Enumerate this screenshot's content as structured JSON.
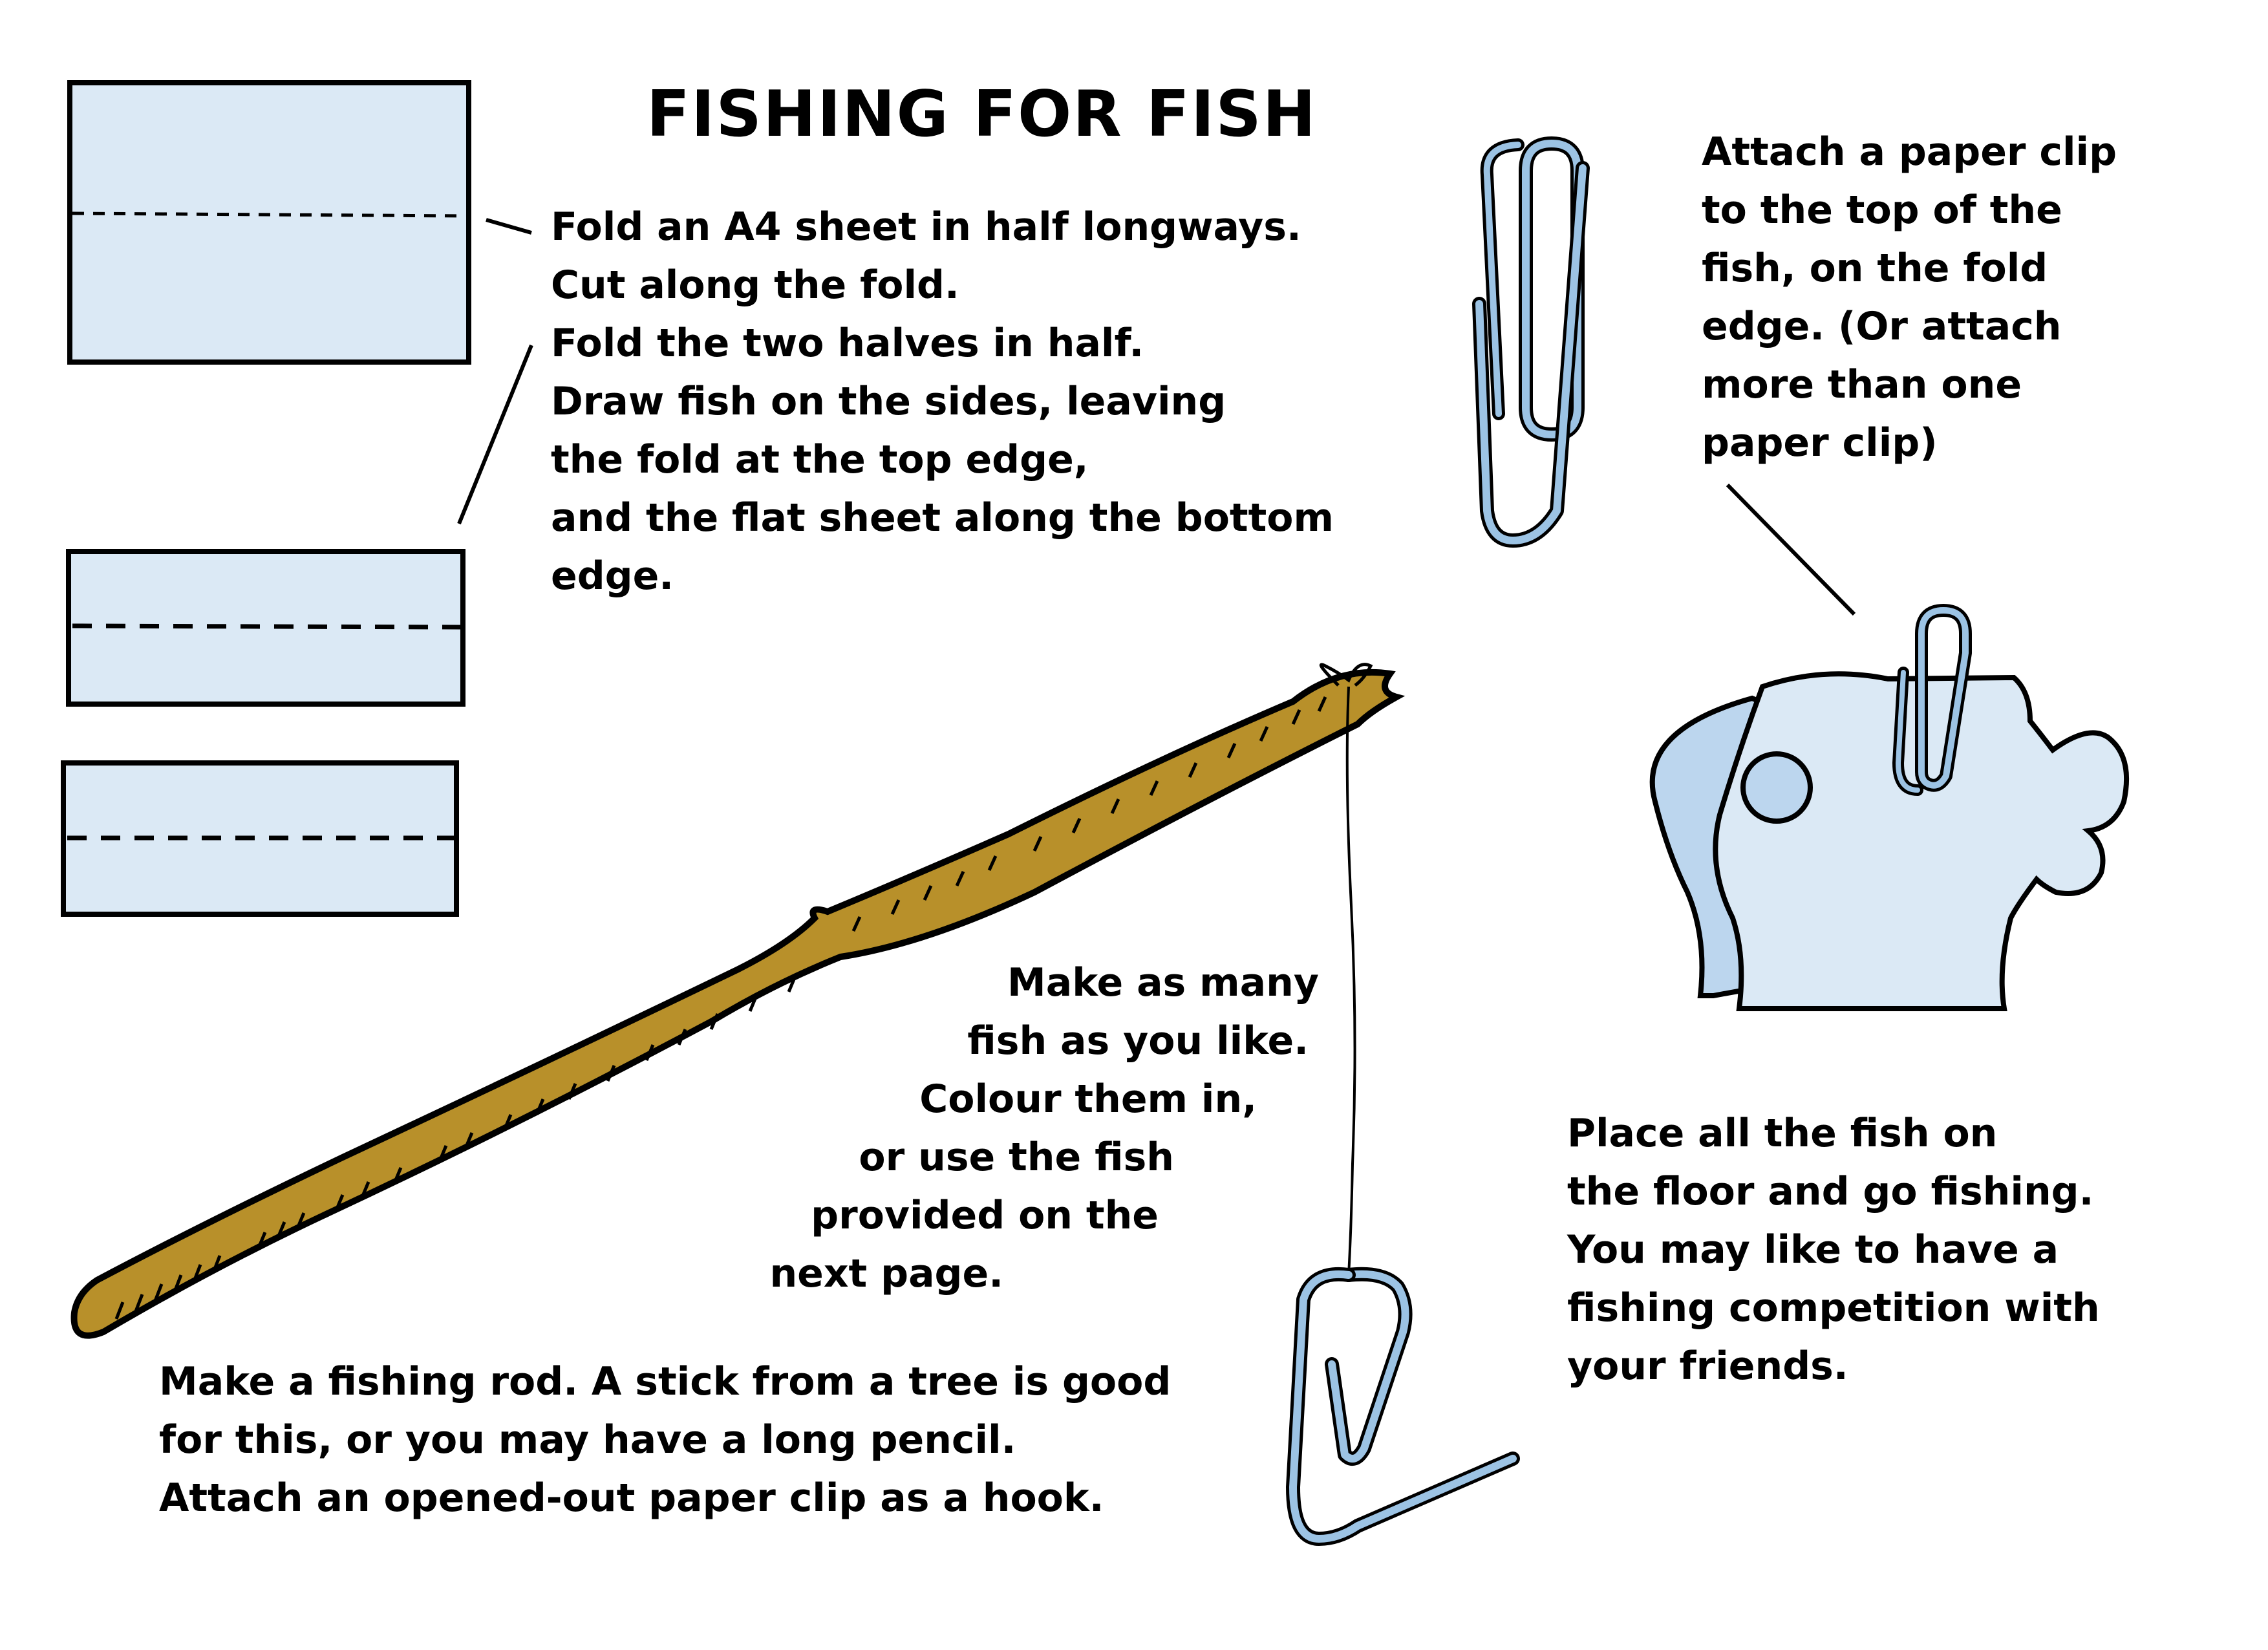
{
  "title": "FISHING FOR FISH",
  "fold_instructions": [
    "Fold an A4 sheet in half longways.",
    "Cut along the fold.",
    "Fold the two halves in half.",
    "Draw fish on the sides, leaving",
    "the fold at the top edge,",
    "and the flat sheet along the bottom",
    "edge."
  ],
  "clip_instructions": [
    "Attach a paper clip",
    "to the top of the",
    "fish, on the  fold",
    "edge. (Or attach",
    "more than one",
    "paper clip)"
  ],
  "fish_instructions": [
    "Make as many",
    "fish as you like.",
    "Colour them in,",
    "or use the fish",
    "provided on the",
    "next page."
  ],
  "rod_instructions": [
    "Make a fishing rod. A stick from a tree is good",
    "for this, or you may have a long pencil.",
    "Attach an opened-out paper clip as a hook."
  ],
  "play_instructions": [
    "Place all the fish on",
    "the floor and go fishing.",
    "You may like to have a",
    "fishing competition with",
    "your friends."
  ],
  "colors": {
    "paper_fill": "#dbe9f5",
    "fish_shadow": "#bcd6ee",
    "clip_blue": "#9cc3e4",
    "stick_fill": "#b8902a",
    "ink": "#000000"
  },
  "icons": [
    "paper-sheet-icon",
    "paper-clip-icon",
    "fish-icon",
    "fishing-rod-icon",
    "hook-icon"
  ]
}
